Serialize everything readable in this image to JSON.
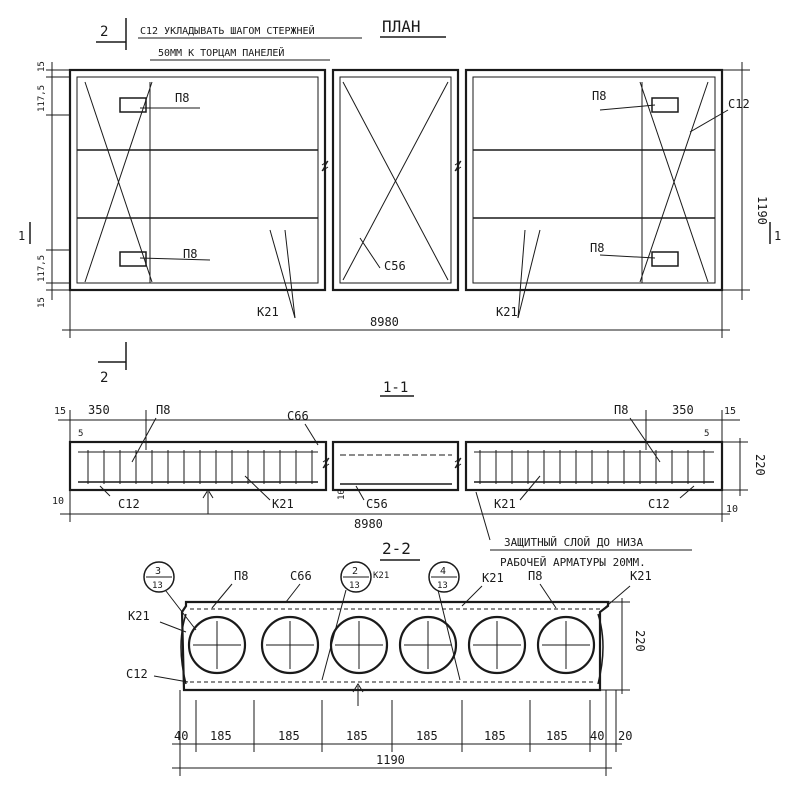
{
  "plan": {
    "title": "ПЛАН",
    "section_mark": "2",
    "note_line1": "С12 УКЛАДЫВАТЬ ШАГОМ СТЕРЖНЕЙ",
    "note_line2": "50ММ К ТОРЦАМ ПАНЕЛЕЙ",
    "dim_top": "15",
    "dim_117_top": "117,5",
    "dim_117_bot": "117,5",
    "dim_bot": "15",
    "dim_height": "1190",
    "dim_length": "8980",
    "label_p8_tl": "П8",
    "label_p8_bl": "П8",
    "label_p8_tr": "П8",
    "label_p8_br": "П8",
    "label_c56": "С56",
    "label_c12": "С12",
    "label_k21_left": "К21",
    "label_k21_right": "К21",
    "cut_left": "1",
    "cut_right": "1",
    "mark_bottom": "2"
  },
  "section11": {
    "title": "1-1",
    "dim_15_left": "15",
    "dim_350_left": "350",
    "label_p8_left": "П8",
    "label_c66": "С66",
    "label_p8_right": "П8",
    "dim_350_right": "350",
    "dim_15_right": "15",
    "dim_5_left": "5",
    "dim_5_right": "5",
    "dim_220": "220",
    "dim_10_left": "10",
    "label_c12_left": "С12",
    "label_k21_left": "К21",
    "dim_10_mid": "10",
    "label_c56": "С56",
    "label_k21_right": "К21",
    "label_c12_right": "С12",
    "dim_10_right": "10",
    "dim_8980": "8980",
    "note_line1": "ЗАЩИТНЫЙ СЛОЙ ДО НИЗА",
    "note_line2": "РАБОЧЕЙ АРМАТУРЫ 20ММ."
  },
  "section22": {
    "title": "2-2",
    "callout_left_top": "3",
    "callout_left_bot": "13",
    "callout_mid_top": "2",
    "callout_mid_bot": "13",
    "callout_mid_extra": "К21",
    "callout_right_top": "4",
    "callout_right_bot": "13",
    "label_p8_left": "П8",
    "label_c66": "С66",
    "label_k21_mid": "К21",
    "label_p8_right": "П8",
    "label_k21_right": "К21",
    "label_k21_left": "К21",
    "label_c12": "С12",
    "dim_220": "220",
    "dims_bottom": [
      "40",
      "185",
      "185",
      "185",
      "185",
      "185",
      "185",
      "40",
      "20"
    ],
    "dim_total": "1190"
  }
}
